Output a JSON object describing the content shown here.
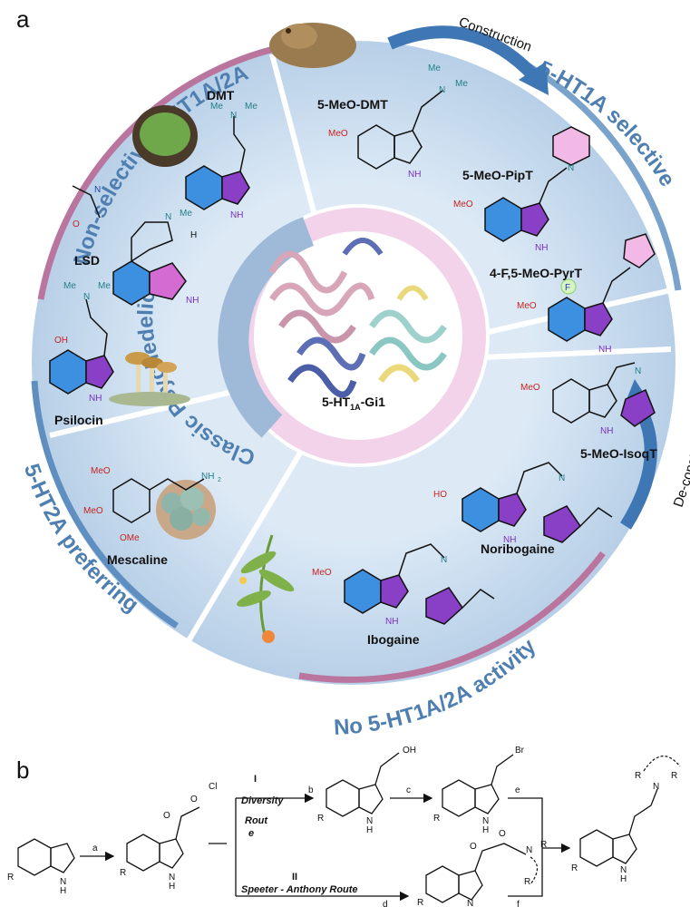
{
  "panel_a": {
    "label": "a",
    "center_label_prefix": "5-HT",
    "center_label_sub": "1A",
    "center_label_suffix": "-Gi1",
    "inner_ring_label": "Classic Psychedelics",
    "outer_labels": {
      "nonselective": "Non-selective 5-HT1A/2A",
      "selective": "5-HT1A selective",
      "preferring": "5-HT2A preferring",
      "noactivity": "No 5-HT1A/2A activity"
    },
    "arrows": {
      "construction": "Construction",
      "deconstruction": "De-construction"
    },
    "compounds": {
      "dmt": "DMT",
      "meo_dmt": "5-MeO-DMT",
      "lsd": "LSD",
      "psilocin": "Psilocin",
      "mescaline": "Mescaline",
      "piptt": "5-MeO-PipT",
      "pyrt": "4-F,5-MeO-PyrT",
      "isoqt": "5-MeO-IsoqT",
      "noribogaine": "Noribogaine",
      "ibogaine": "Ibogaine"
    },
    "atoms": {
      "meo": "MeO",
      "me": "Me",
      "n": "N",
      "nh": "NH",
      "h": "H",
      "oh": "OH",
      "ho": "HO",
      "f": "F",
      "o": "O",
      "nh2": "NH",
      "nh2_sub": "2",
      "ome": "OMe"
    }
  },
  "panel_b": {
    "label": "b",
    "route1_num": "I",
    "route1_name_a": "Diversity",
    "route1_name_b": "Rout",
    "route1_name_c": "e",
    "route2_num": "II",
    "route2_name": "Speeter - Anthony Route",
    "steps": {
      "a": "a",
      "b": "b",
      "c": "c",
      "d": "d",
      "e": "e",
      "f": "f"
    },
    "atoms": {
      "cl": "Cl",
      "o": "O",
      "oh": "OH",
      "br": "Br",
      "r": "R",
      "n": "N",
      "h": "H"
    }
  },
  "colors": {
    "ring_fill": "#c9ddef",
    "inner_ring_pink": "#f3d3ea",
    "arc_pink": "#b9759e",
    "arc_blue": "#7aa3cc",
    "arrow_blue": "#3f77b5",
    "indole_blue": "#3d8fe0",
    "purple": "#8a3fc7",
    "magenta": "#d36bd3"
  }
}
